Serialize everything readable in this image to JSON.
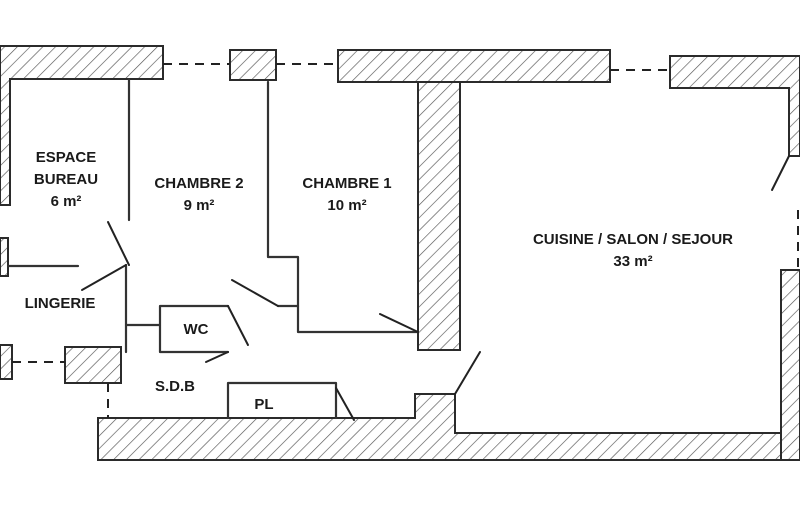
{
  "rooms": {
    "bureau": {
      "line1": "ESPACE",
      "line2": "BUREAU",
      "area": "6 m²"
    },
    "chambre2": {
      "name": "CHAMBRE 2",
      "area": "9 m²"
    },
    "chambre1": {
      "name": "CHAMBRE 1",
      "area": "10 m²"
    },
    "sejour": {
      "name": "CUISINE / SALON / SEJOUR",
      "area": "33 m²"
    },
    "lingerie": {
      "name": "LINGERIE"
    },
    "wc": {
      "name": "WC"
    },
    "sdb": {
      "name": "S.D.B"
    },
    "pl": {
      "name": "PL"
    }
  }
}
